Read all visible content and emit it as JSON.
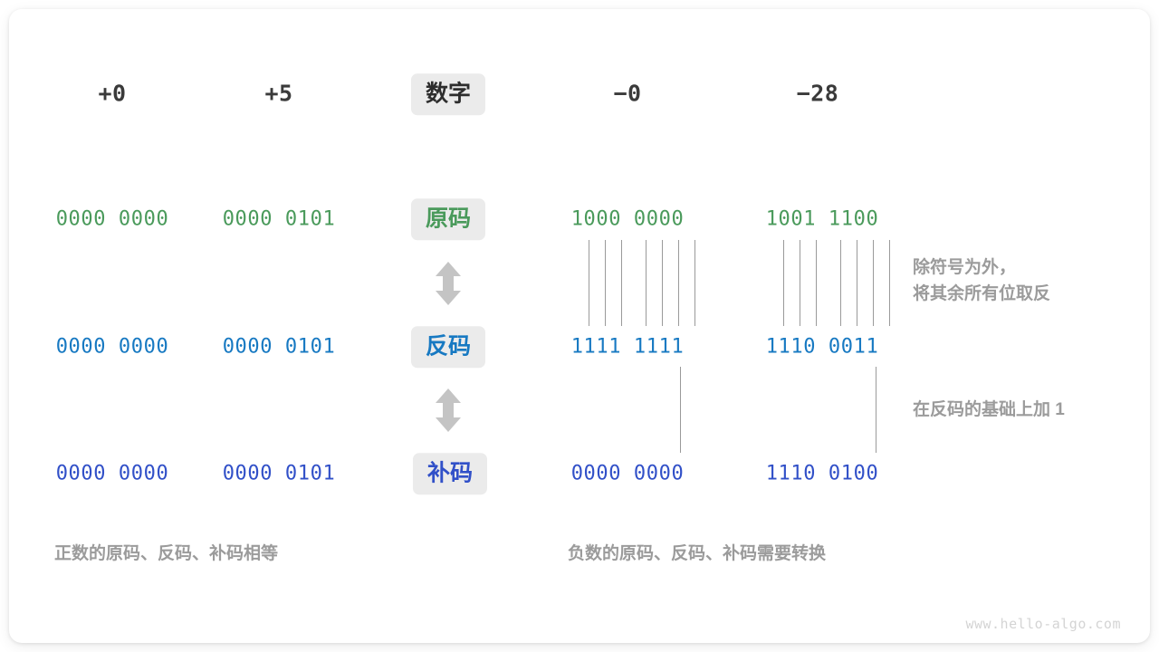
{
  "watermark": "www.hello-algo.com",
  "colors": {
    "sign_magnitude": "#4a9a5b",
    "ones_complement": "#1779c2",
    "twos_complement": "#3150c8",
    "chip_background": "#ebebeb",
    "note_text": "#9b9b9b",
    "connector_line": "#9a9a9a",
    "header_text": "#3a3a3a",
    "card_background": "#ffffff"
  },
  "row_labels": {
    "header": "数字",
    "sign_magnitude": "原码",
    "ones_complement": "反码",
    "twos_complement": "补码"
  },
  "columns": [
    {
      "key": "plus0",
      "header": "+0",
      "sign_magnitude": "0000 0000",
      "ones_complement": "0000 0000",
      "twos_complement": "0000 0000"
    },
    {
      "key": "plus5",
      "header": "+5",
      "sign_magnitude": "0000 0101",
      "ones_complement": "0000 0101",
      "twos_complement": "0000 0101"
    },
    {
      "key": "minus0",
      "header": "−0",
      "sign_magnitude": "1000 0000",
      "ones_complement": "1111 1111",
      "twos_complement": "0000 0000"
    },
    {
      "key": "minus28",
      "header": "−28",
      "sign_magnitude": "1001 1100",
      "ones_complement": "1110 0011",
      "twos_complement": "1110 0100"
    }
  ],
  "arrows": {
    "sign_to_ones": "up-down-arrow",
    "ones_to_twos": "up-down-arrow"
  },
  "notes": {
    "invert": "除符号为外，\n将其余所有位取反",
    "add_one": "在反码的基础上加  1"
  },
  "captions": {
    "positive": "正数的原码、反码、补码相等",
    "negative": "负数的原码、反码、补码需要转换"
  }
}
